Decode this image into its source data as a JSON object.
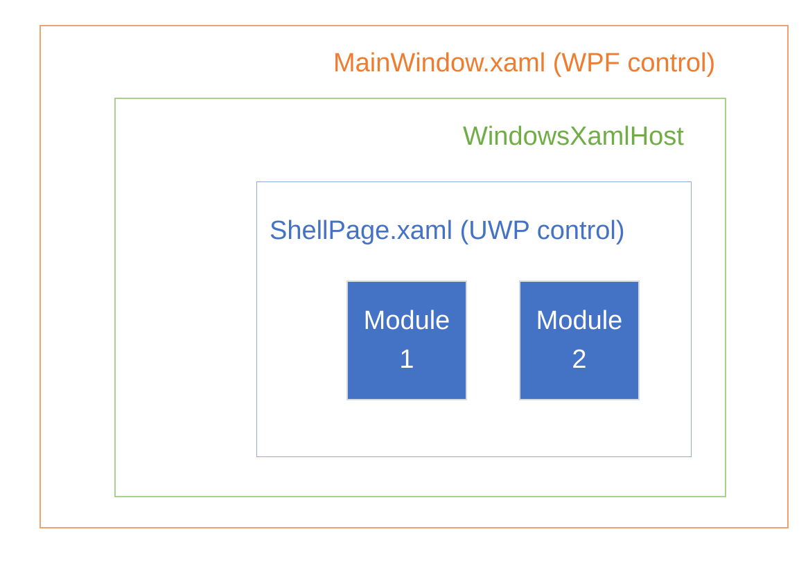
{
  "diagram": {
    "outer_box": {
      "label": "MainWindow.xaml (WPF control)",
      "text_color": "#ED7D31",
      "border_color": "#F2A16C"
    },
    "host_box": {
      "label": "WindowsXamlHost",
      "text_color": "#70AD47",
      "border_color": "#A9D18E"
    },
    "shell_box": {
      "label": "ShellPage.xaml (UWP control)",
      "text_color": "#4472C4",
      "border_color": "#8FAADC"
    },
    "modules": [
      {
        "name": "Module",
        "number": "1",
        "fill_color": "#4472C4",
        "border_color": "#D5D9E0",
        "text_color": "#FFFFFF"
      },
      {
        "name": "Module",
        "number": "2",
        "fill_color": "#4472C4",
        "border_color": "#D5D9E0",
        "text_color": "#FFFFFF"
      }
    ]
  }
}
